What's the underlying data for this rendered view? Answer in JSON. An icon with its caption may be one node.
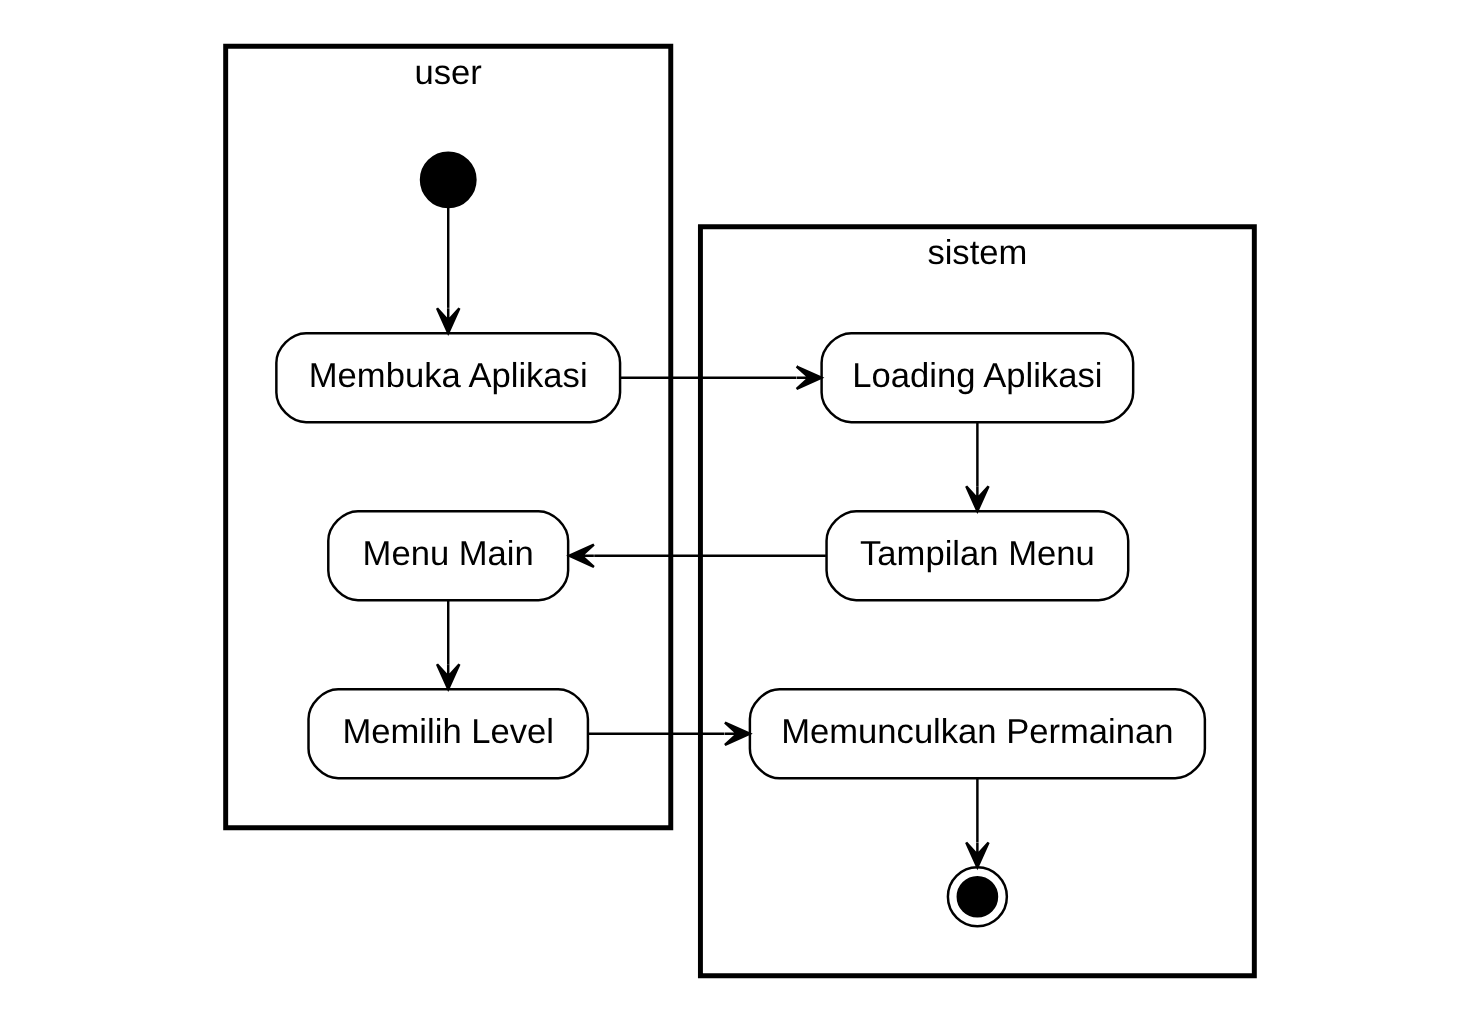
{
  "diagram": {
    "nodes": [
      {
        "text": [
          "user"
        ]
      },
      {
        "text": [
          "sistem"
        ]
      },
      {
        "text": [],
        "shape": "circle",
        "in": 0
      },
      {
        "text": [
          "Membuka Aplikasi"
        ],
        "in": 0
      },
      {
        "text": [
          "Loading Aplikasi"
        ],
        "in": 1
      },
      {
        "text": [
          "Tampilan Menu"
        ],
        "in": 1
      },
      {
        "text": [
          "Menu Main"
        ],
        "in": 0
      },
      {
        "text": [
          "Memilih Level"
        ],
        "in": 0
      },
      {
        "text": [
          "Memunculkan Permainan"
        ],
        "in": 1
      },
      {
        "text": [],
        "shape": "circle",
        "in": 1
      }
    ],
    "edges": [
      {
        "from": 2,
        "to": 3,
        "arrow": "to"
      },
      {
        "from": 3,
        "to": 4,
        "arrow": "to"
      },
      {
        "from": 4,
        "to": 5,
        "arrow": "to"
      },
      {
        "from": 5,
        "to": 6,
        "arrow": "to"
      },
      {
        "from": 6,
        "to": 7,
        "arrow": "to"
      },
      {
        "from": 7,
        "to": 8,
        "arrow": "to"
      },
      {
        "from": 8,
        "to": 9,
        "arrow": "to"
      }
    ]
  }
}
